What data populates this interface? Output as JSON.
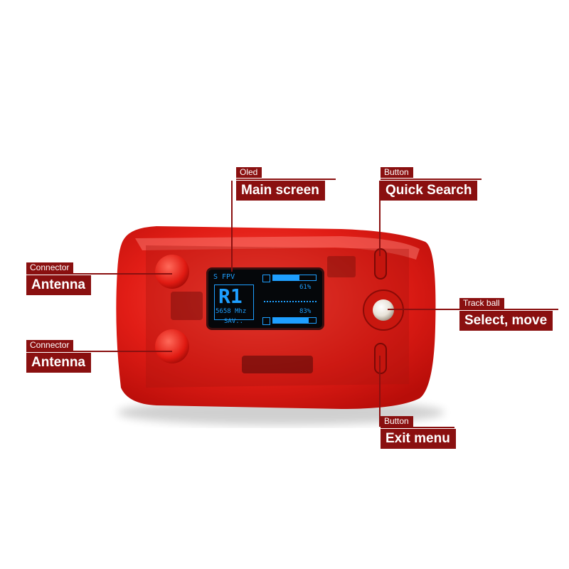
{
  "device_screen": {
    "header": "S FPV",
    "channel": "R1",
    "frequency": "5658 Mhz",
    "status": "SAV..",
    "rssi_a_percent": "61%",
    "rssi_a_level": 0.61,
    "rssi_b_percent": "83%",
    "rssi_b_level": 0.83
  },
  "callouts": {
    "oled": {
      "category": "Oled",
      "label": "Main screen"
    },
    "quick_search": {
      "category": "Button",
      "label": "Quick Search"
    },
    "antenna_top": {
      "category": "Connector",
      "label": "Antenna"
    },
    "antenna_bottom": {
      "category": "Connector",
      "label": "Antenna"
    },
    "trackball": {
      "category": "Track ball",
      "label": "Select, move"
    },
    "exit_menu": {
      "category": "Button",
      "label": "Exit menu"
    }
  },
  "colors": {
    "callout_bg": "#8a1010",
    "case_red": "#e8231c",
    "oled_blue": "#1e9fff"
  }
}
